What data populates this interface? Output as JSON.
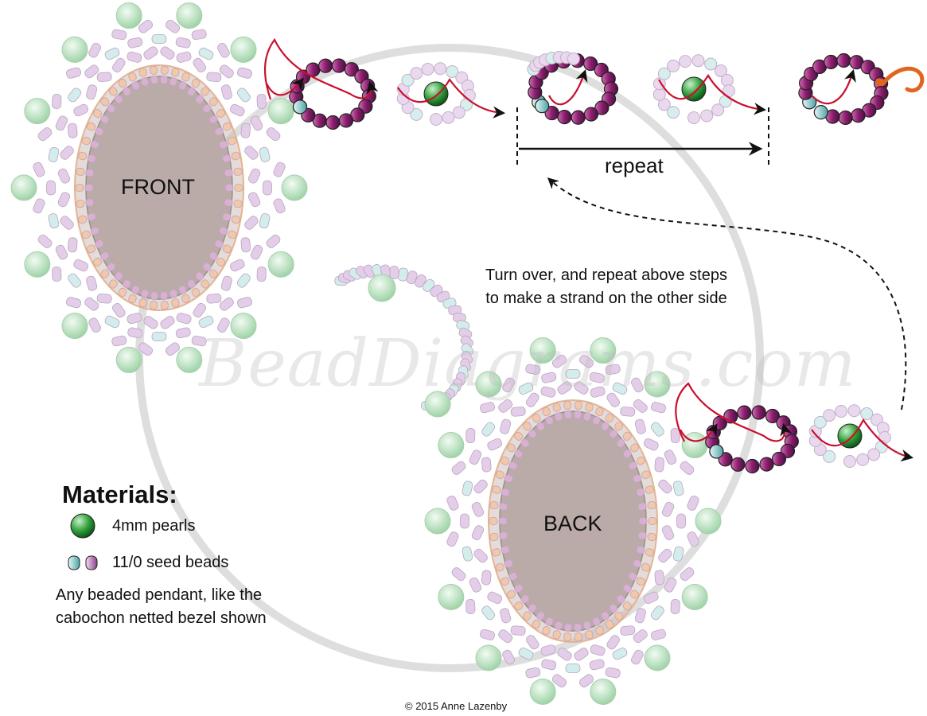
{
  "labels": {
    "front": "FRONT",
    "back": "BACK",
    "repeat": "repeat"
  },
  "instructions": {
    "line1": "Turn over, and repeat above steps",
    "line2": "to make a strand on the other side"
  },
  "materials": {
    "title": "Materials:",
    "pearl": "4mm pearls",
    "seed": "11/0 seed beads",
    "note_line1": "Any beaded pendant, like the",
    "note_line2": "cabochon netted bezel shown"
  },
  "watermark": "BeadDiagrams.com",
  "copyright": "© 2015 Anne Lazenby",
  "colors": {
    "pearl": "#bfe3c3",
    "pearl_dark": "#2e9a3e",
    "seed_pink": "#e3cde8",
    "seed_aqua": "#d3ecec",
    "seed_orange": "#f3c7a8",
    "cabochon": "#baaba8",
    "thread": "#c8102e",
    "magenta_bead": "#8a1f6e",
    "hook": "#e1651f"
  }
}
